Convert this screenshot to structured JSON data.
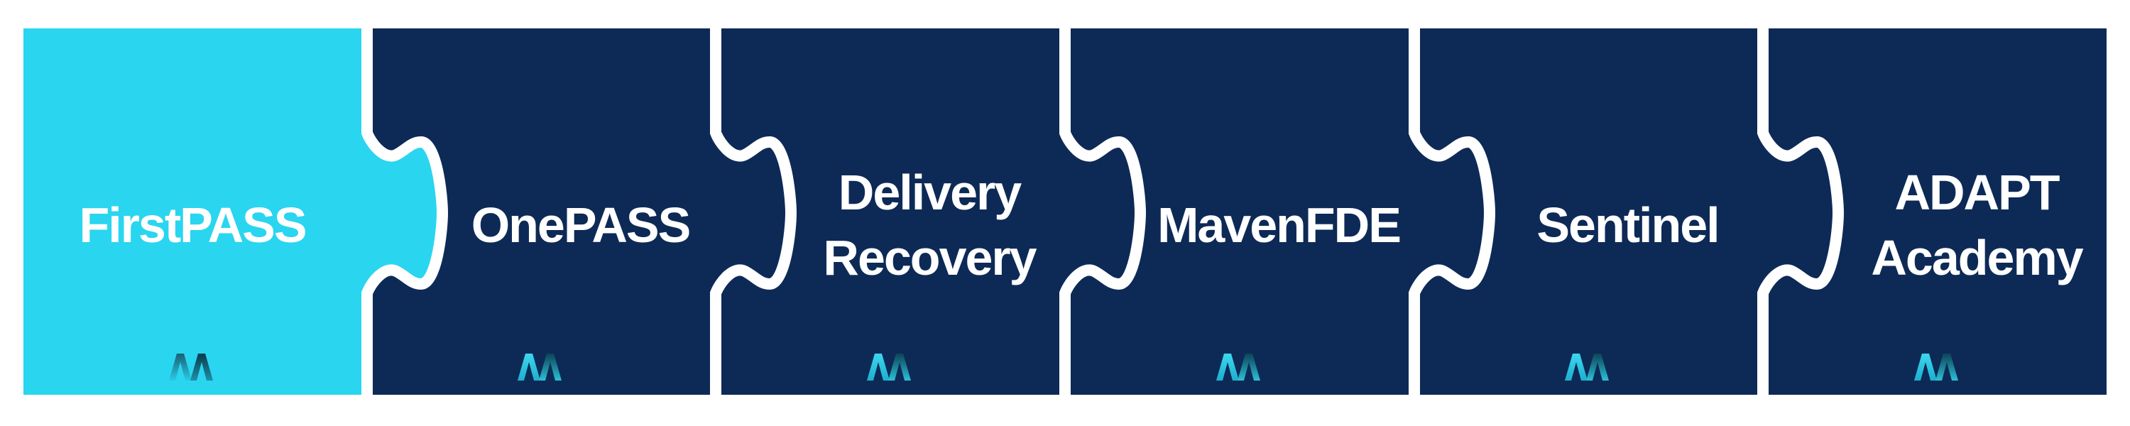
{
  "banner": {
    "background": "#FFFFFF"
  },
  "colors": {
    "accent_cyan": "#2AD5F0",
    "navy": "#0D2A57",
    "outline": "#FFFFFF",
    "label_text": "#FFFFFF",
    "logo_on_navy_left_top": "#3CD7EF",
    "logo_on_navy_left_bottom": "#1FAECE",
    "logo_on_navy_right_top": "#0C4458",
    "logo_on_navy_right_bottom": "#2CC0D6",
    "logo_on_cyan_left_top": "#1A5F75",
    "logo_on_cyan_left_bottom": "#29CBE6",
    "logo_on_cyan_right_top": "#093A4B",
    "logo_on_cyan_right_bottom": "#1F90A8"
  },
  "logo_name": "maven-m-mark",
  "pieces": [
    {
      "id": "firstpass",
      "lines": [
        "FirstPASS"
      ]
    },
    {
      "id": "onepass",
      "lines": [
        "OnePASS"
      ]
    },
    {
      "id": "delivery-recovery",
      "lines": [
        "Delivery",
        "Recovery"
      ]
    },
    {
      "id": "mavenfde",
      "lines": [
        "MavenFDE"
      ]
    },
    {
      "id": "sentinel",
      "lines": [
        "Sentinel"
      ]
    },
    {
      "id": "adapt-academy",
      "lines": [
        "ADAPT",
        "Academy"
      ]
    }
  ]
}
